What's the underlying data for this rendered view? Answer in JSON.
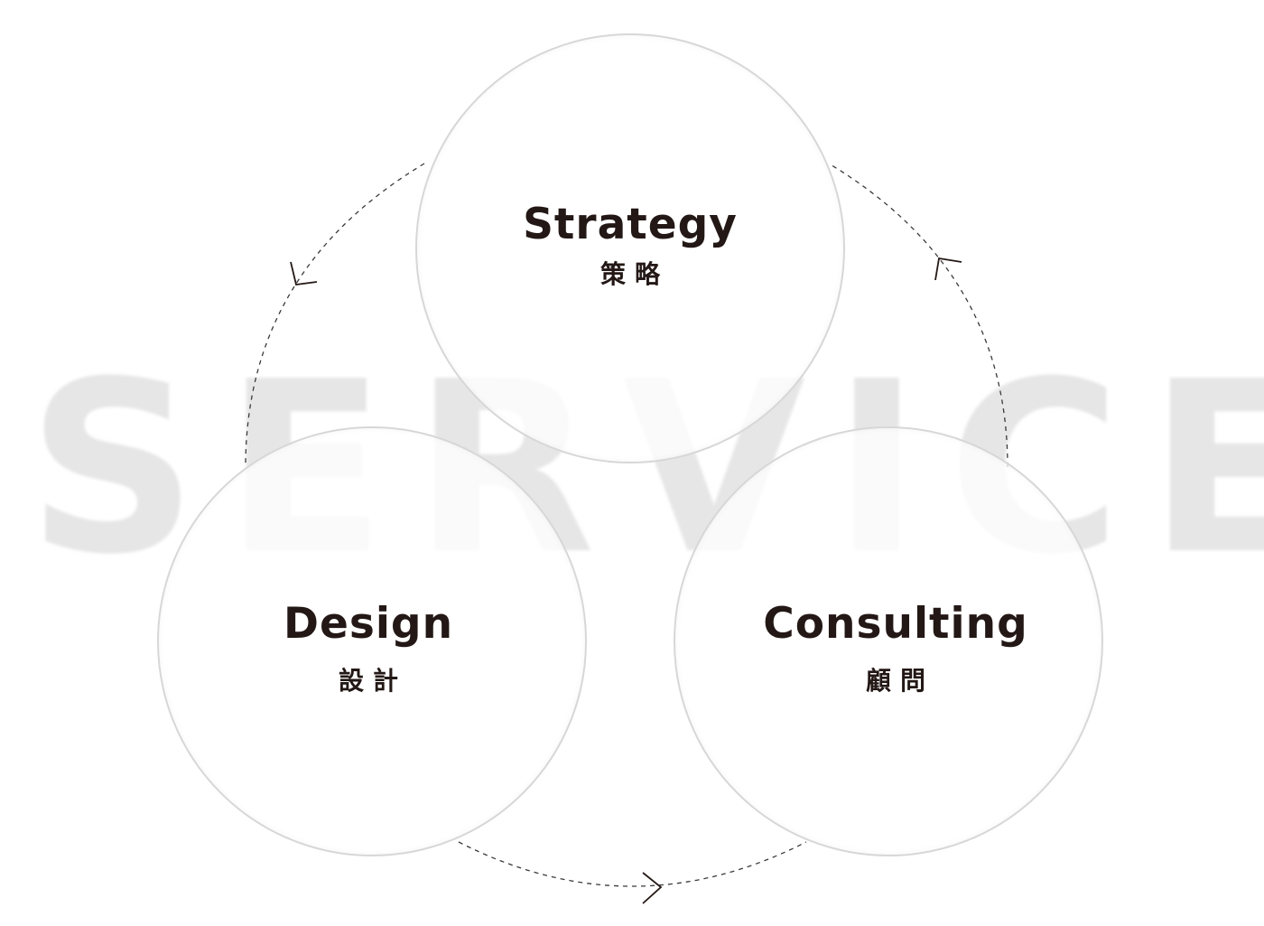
{
  "background_word": "SERVICE",
  "nodes": [
    {
      "id": "strategy",
      "title": "Strategy",
      "subtitle": "策略"
    },
    {
      "id": "design",
      "title": "Design",
      "subtitle": "設計"
    },
    {
      "id": "consulting",
      "title": "Consulting",
      "subtitle": "顧問"
    }
  ],
  "colors": {
    "text": "#231815",
    "background_word": "#e6e6e6",
    "circle_border": "#d7d7d7",
    "connector": "#3a3a3a"
  }
}
